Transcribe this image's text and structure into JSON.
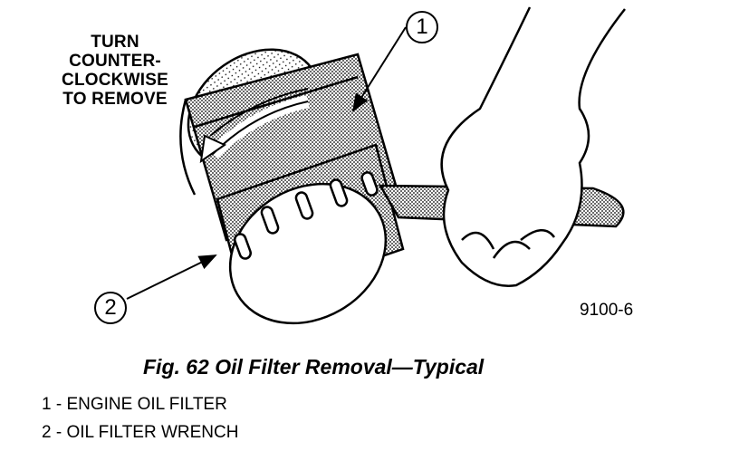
{
  "instruction": {
    "line1": "TURN",
    "line2": "COUNTER-",
    "line3": "CLOCKWISE",
    "line4": "TO REMOVE"
  },
  "callouts": {
    "c1": "1",
    "c2": "2"
  },
  "figure_id": "9100-6",
  "caption": "Fig. 62 Oil Filter Removal—Typical",
  "legend": [
    "1 - ENGINE OIL FILTER",
    "2 - OIL FILTER WRENCH"
  ]
}
